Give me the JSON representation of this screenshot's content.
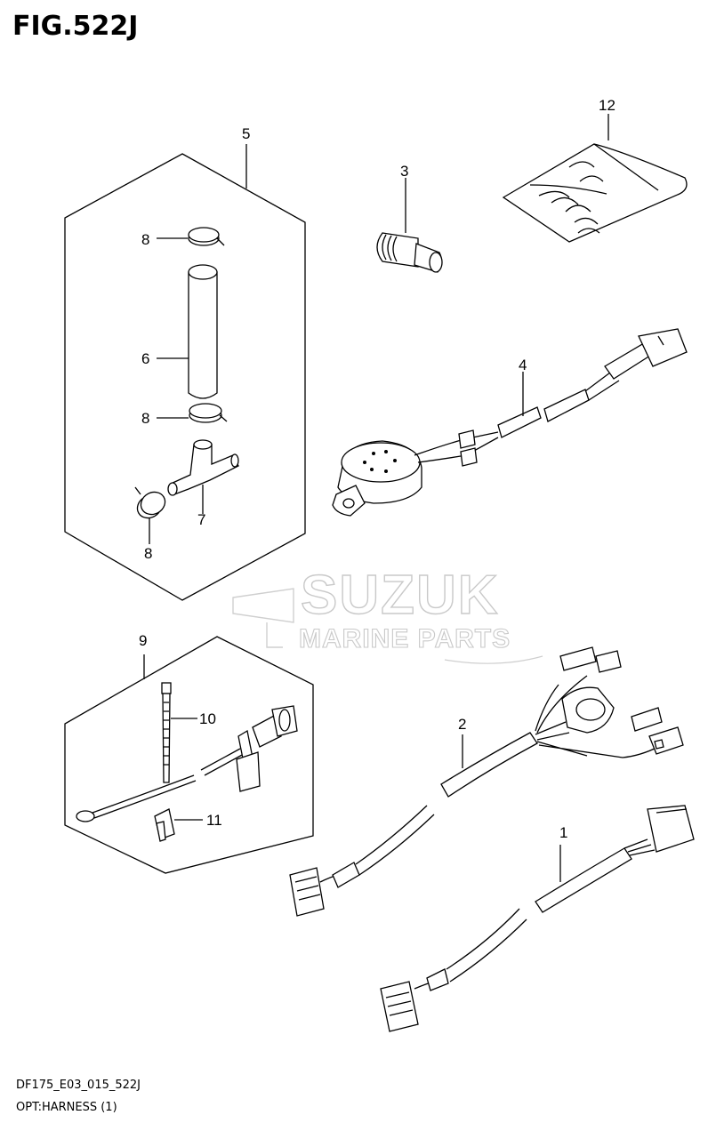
{
  "figure": {
    "title": "FIG.522J",
    "footer_code": "DF175_E03_015_522J",
    "footer_name": "OPT:HARNESS (1)"
  },
  "watermark": {
    "line1": "SUZUK",
    "line2": "MARINE PARTS"
  },
  "callouts": {
    "p1": "1",
    "p2": "2",
    "p3": "3",
    "p4": "4",
    "p5": "5",
    "p6": "6",
    "p7": "7",
    "p8a": "8",
    "p8b": "8",
    "p8c": "8",
    "p9": "9",
    "p10": "10",
    "p11": "11",
    "p12": "12"
  }
}
